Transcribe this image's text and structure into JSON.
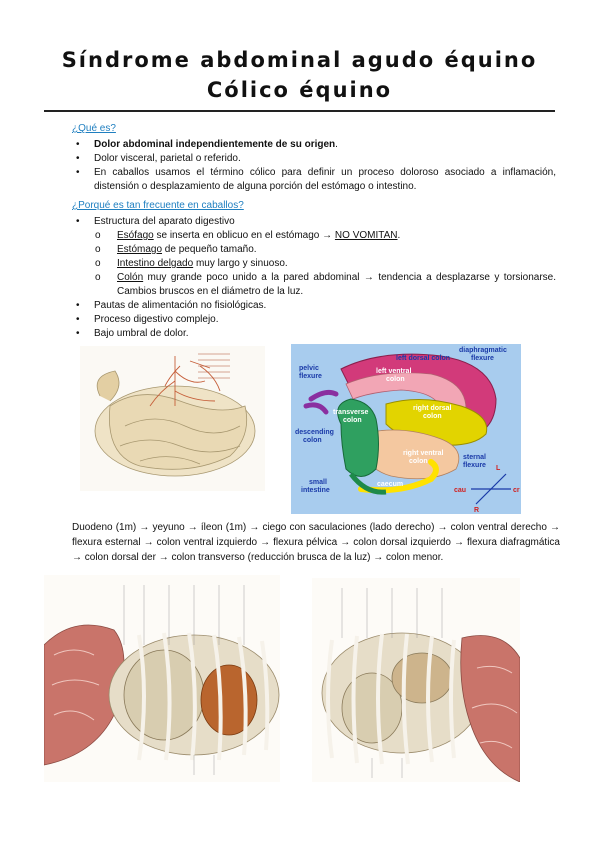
{
  "title": {
    "line1": "Síndrome abdominal agudo équino",
    "line2": "Cólico équino"
  },
  "section1": {
    "heading": "¿Qué es?",
    "bullets": [
      "Dolor abdominal independientemente de su origen",
      "Dolor visceral, parietal o referido.",
      "En caballos usamos el término cólico para definir un proceso doloroso asociado a inflamación, distensión o desplazamiento de alguna porción del estómago o intestino."
    ]
  },
  "section2": {
    "heading": "¿Porqué es tan frecuente en caballos?",
    "bullet1": "Estructura del aparato digestivo",
    "sub": {
      "esofago_term": "Esófago",
      "esofago_text": " se inserta en oblicuo en el estómago → ",
      "esofago_note": "NO VOMITAN",
      "estomago_term": "Estómago",
      "estomago_text": " de pequeño tamaño.",
      "intestino_term": "Intestino delgado",
      "intestino_text": " muy largo y sinuoso.",
      "colon_term": "Colón",
      "colon_text": " muy grande poco unido a la pared abdominal → tendencia a desplazarse y torsionarse. Cambios bruscos en el diámetro de la luz."
    },
    "bullets_more": [
      "Pautas de alimentación no fisiológicas.",
      "Proceso digestivo complejo.",
      "Bajo umbral de dolor."
    ]
  },
  "diagram_labels": {
    "pelvic_flexure": [
      "pelvic",
      "flexure"
    ],
    "left_dorsal_colon": "left dorsal colon",
    "diaphragmatic_flexure": [
      "diaphragmatic",
      "flexure"
    ],
    "left_ventral_colon": [
      "left ventral",
      "colon"
    ],
    "transverse_colon": [
      "transverse",
      "colon"
    ],
    "right_dorsal_colon": [
      "right dorsal",
      "colon"
    ],
    "descending_colon": [
      "descending",
      "colon"
    ],
    "right_ventral_colon": [
      "right ventral",
      "colon"
    ],
    "sternal_flexure": [
      "sternal",
      "flexure"
    ],
    "small_intestine": [
      "small",
      "intestine"
    ],
    "caecum": "caecum",
    "dir_l": "L",
    "dir_cau": "cau",
    "dir_cr": "cr",
    "dir_r": "R"
  },
  "route": "Duodeno (1m) → yeyuno → íleon (1m) → ciego con saculaciones (lado derecho) → colon ventral derecho → flexura esternal → colon ventral izquierdo → flexura pélvica → colon dorsal izquierdo → flexura diafragmática → colon dorsal der → colon transverso (reducción brusca de la luz) → colon menor.",
  "colors": {
    "heading_blue": "#1f7fc0",
    "diagram_bg": "#a8ccee",
    "label_blue": "#1a3aa8"
  }
}
